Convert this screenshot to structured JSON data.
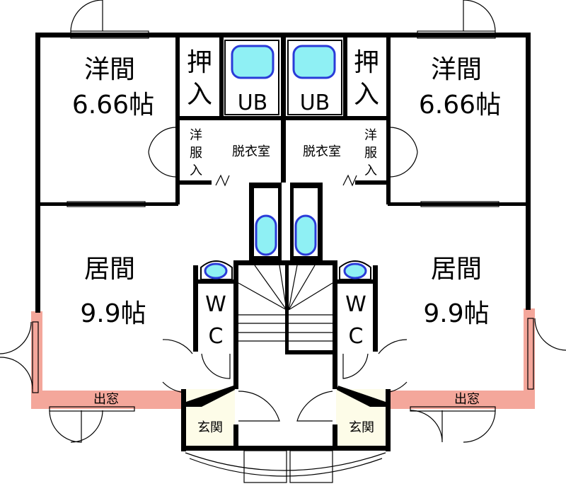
{
  "plan": {
    "left_unit": {
      "western_room": {
        "name": "洋間",
        "size": "6.66帖"
      },
      "closet": "押入",
      "bath": "UB",
      "dressing_room": "脱衣室",
      "wardrobe": [
        "洋",
        "服",
        "入"
      ],
      "living_room": {
        "name": "居間",
        "size": "9.9帖"
      },
      "bay_window": "出窓",
      "toilet": [
        "W",
        "C"
      ],
      "entrance": "玄関"
    },
    "right_unit": {
      "western_room": {
        "name": "洋間",
        "size": "6.66帖"
      },
      "closet": "押入",
      "bath": "UB",
      "dressing_room": "脱衣室",
      "wardrobe": [
        "洋",
        "服",
        "入"
      ],
      "living_room": {
        "name": "居間",
        "size": "9.9帖"
      },
      "bay_window": "出窓",
      "toilet": [
        "W",
        "C"
      ],
      "entrance": "玄関"
    },
    "colors": {
      "bay_window": "#f4a79b",
      "tub": "#8ff0f4",
      "tub_outline": "#2a3bd8"
    }
  }
}
